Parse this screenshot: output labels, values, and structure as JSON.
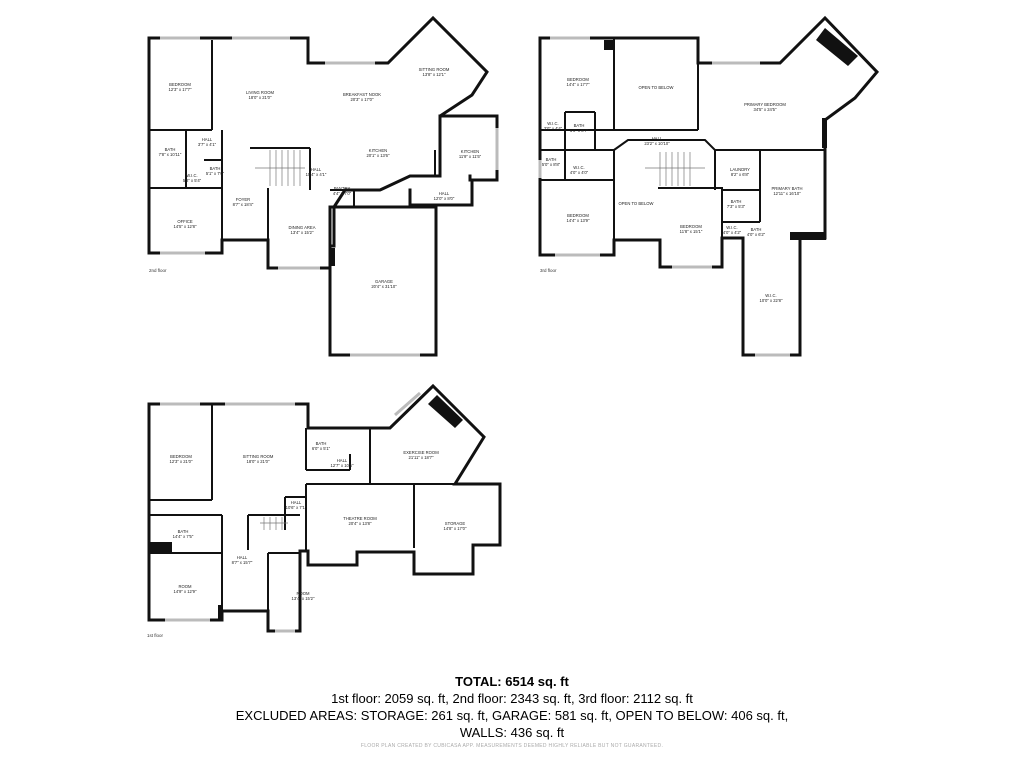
{
  "summary": {
    "total": "TOTAL: 6514 sq. ft",
    "floors_line": "1st floor: 2059 sq. ft, 2nd floor: 2343 sq. ft, 3rd floor: 2112 sq. ft",
    "excluded_line": "EXCLUDED AREAS: STORAGE: 261 sq. ft, GARAGE: 581 sq. ft, OPEN TO BELOW: 406 sq. ft,",
    "walls_line": "WALLS: 436 sq. ft"
  },
  "footer_note": "FLOOR PLAN CREATED BY CUBICASA APP. MEASUREMENTS DEEMED HIGHLY RELIABLE BUT NOT GUARANTEED.",
  "second_floor": {
    "label": "2nd floor",
    "rooms": {
      "bedroom": {
        "name": "BEDROOM",
        "dim": "12'3\" x 17'7\""
      },
      "living": {
        "name": "LIVING ROOM",
        "dim": "18'0\" x 21'0\""
      },
      "breakfast": {
        "name": "BREAKFAST NOOK",
        "dim": "20'3\" x 17'0\""
      },
      "sitting": {
        "name": "SITTING ROOM",
        "dim": "13'8\" x 12'1\""
      },
      "bath": {
        "name": "BATH",
        "dim": "7'8\" x 10'11\""
      },
      "hall_a": {
        "name": "HALL",
        "dim": "3'7\" x 4'1\""
      },
      "wic": {
        "name": "W.I.C.",
        "dim": "5'8\" x 5'4\""
      },
      "bath_b": {
        "name": "BATH",
        "dim": "5'1\" x 7'0\""
      },
      "hall_b": {
        "name": "HALL",
        "dim": "15'4\" x 4'1\""
      },
      "kitchen": {
        "name": "KITCHEN",
        "dim": "20'1\" x 13'6\""
      },
      "kitchen2": {
        "name": "KITCHEN",
        "dim": "11'9\" x 11'5\""
      },
      "pantry": {
        "name": "PANTRY",
        "dim": "4'4\" x 7'0\""
      },
      "hall_c": {
        "name": "HALL",
        "dim": "12'0\" x 8'0\""
      },
      "office": {
        "name": "OFFICE",
        "dim": "14'5\" x 12'8\""
      },
      "foyer": {
        "name": "FOYER",
        "dim": "8'7\" x 18'4\""
      },
      "dining": {
        "name": "DINING AREA",
        "dim": "13'4\" x 15'2\""
      },
      "garage": {
        "name": "GARAGE",
        "dim": "20'4\" x 31'10\""
      }
    }
  },
  "third_floor": {
    "label": "3rd floor",
    "rooms": {
      "bedroom_a": {
        "name": "BEDROOM",
        "dim": "14'4\" x 17'7\""
      },
      "open_a": {
        "name": "OPEN TO BELOW",
        "dim": ""
      },
      "primary": {
        "name": "PRIMARY BEDROOM",
        "dim": "34'5\" x 24'5\""
      },
      "wic_a": {
        "name": "W.I.C.",
        "dim": "3'0\" x 4'4\""
      },
      "bath_a": {
        "name": "BATH",
        "dim": "6'0\" x 8'7\""
      },
      "hall": {
        "name": "HALL",
        "dim": "23'2\" x 10'10\""
      },
      "bath_b": {
        "name": "BATH",
        "dim": "5'0\" x 8'8\""
      },
      "wic_b": {
        "name": "W.I.C.",
        "dim": "4'0\" x 4'0\""
      },
      "laundry": {
        "name": "LAUNDRY",
        "dim": "8'2\" x 6'8\""
      },
      "primary_bath": {
        "name": "PRIMARY BATH",
        "dim": "12'11\" x 16'10\""
      },
      "bedroom_b": {
        "name": "BEDROOM",
        "dim": "14'4\" x 13'9\""
      },
      "open_b": {
        "name": "OPEN TO BELOW",
        "dim": ""
      },
      "bedroom_c": {
        "name": "BEDROOM",
        "dim": "11'8\" x 15'1\""
      },
      "bath_c": {
        "name": "BATH",
        "dim": "7'3\" x 5'3\""
      },
      "wic_c": {
        "name": "W.I.C.",
        "dim": "4'0\" x 4'2\""
      },
      "bath_d": {
        "name": "BATH",
        "dim": "4'0\" x 6'2\""
      },
      "wic_d": {
        "name": "W.I.C.",
        "dim": "10'0\" x 22'8\""
      }
    }
  },
  "first_floor": {
    "label": "1st floor",
    "rooms": {
      "bedroom": {
        "name": "BEDROOM",
        "dim": "12'3\" x 21'0\""
      },
      "sitting": {
        "name": "SITTING ROOM",
        "dim": "18'0\" x 21'0\""
      },
      "bath_a": {
        "name": "BATH",
        "dim": "6'0\" x 5'1\""
      },
      "hall_a": {
        "name": "HALL",
        "dim": "12'7\" x 10'5\""
      },
      "exercise": {
        "name": "EXERCISE ROOM",
        "dim": "21'11\" x 18'7\""
      },
      "hall_b": {
        "name": "HALL",
        "dim": "10'6\" x 7'1\""
      },
      "theatre": {
        "name": "THEATRE ROOM",
        "dim": "20'4\" x 13'8\""
      },
      "storage": {
        "name": "STORAGE",
        "dim": "14'8\" x 17'0\""
      },
      "bath_b": {
        "name": "BATH",
        "dim": "14'4\" x 7'5\""
      },
      "hall_c": {
        "name": "HALL",
        "dim": "8'7\" x 15'7\""
      },
      "room_a": {
        "name": "ROOM",
        "dim": "14'9\" x 12'9\""
      },
      "room_b": {
        "name": "ROOM",
        "dim": "13'4\" x 15'2\""
      }
    }
  }
}
